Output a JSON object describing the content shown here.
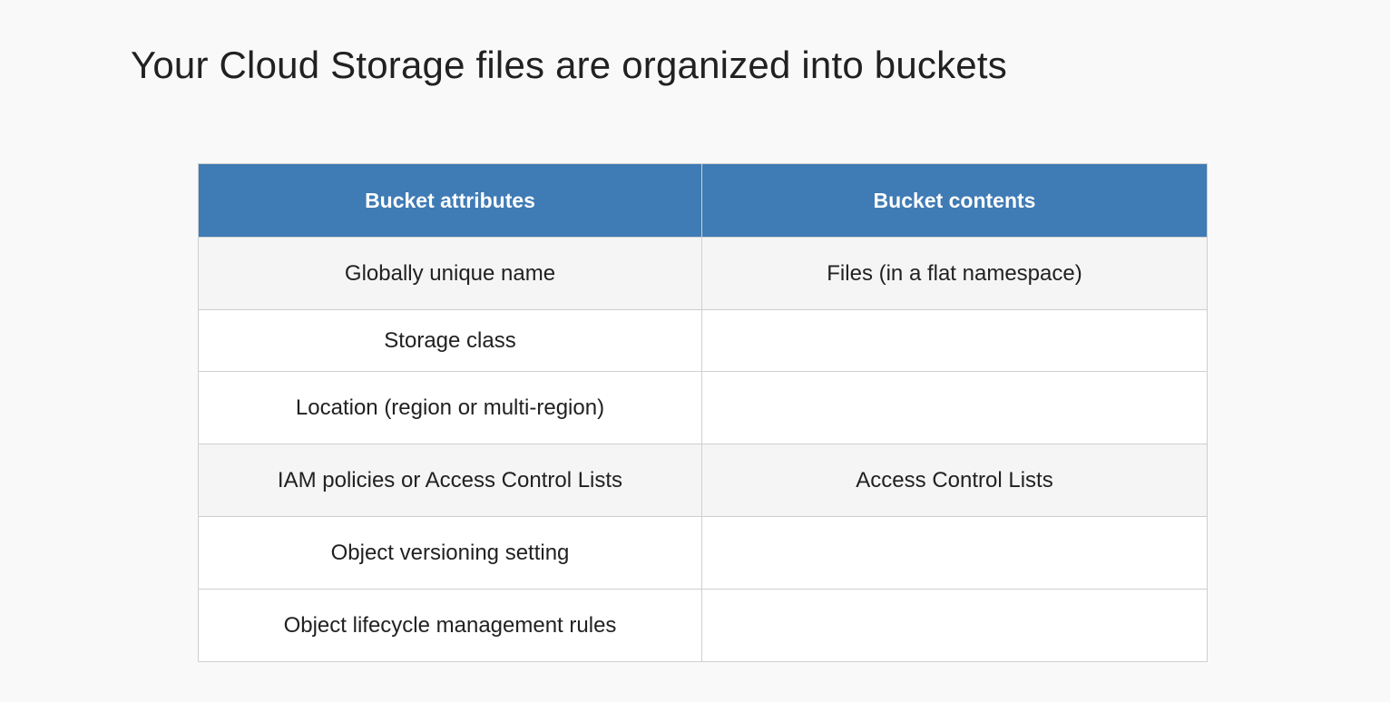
{
  "title": "Your Cloud Storage files are organized into buckets",
  "table": {
    "headers": [
      "Bucket attributes",
      "Bucket contents"
    ],
    "rows": [
      {
        "attribute": "Globally unique name",
        "content": "Files (in a flat namespace)"
      },
      {
        "attribute": "Storage class",
        "content": ""
      },
      {
        "attribute": "Location (region or multi-region)",
        "content": ""
      },
      {
        "attribute": "IAM policies or Access Control Lists",
        "content": "Access Control Lists"
      },
      {
        "attribute": "Object versioning setting",
        "content": ""
      },
      {
        "attribute": "Object lifecycle management rules",
        "content": ""
      }
    ]
  },
  "colors": {
    "header_bg": "#3f7bb4",
    "header_text": "#ffffff",
    "body_text": "#212121",
    "page_bg": "#f9f9f9"
  }
}
